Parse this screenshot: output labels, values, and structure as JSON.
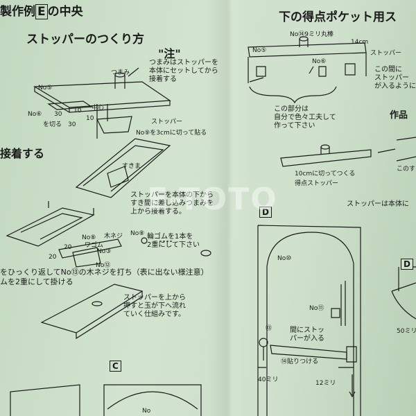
{
  "left": {
    "title_pre": "製作例",
    "title_box": "E",
    "title_post": "の中央",
    "subtitle": "ストッパーのつくり方",
    "note_heading": "\"注\"",
    "knob_note": [
      "つまみはストッパーを",
      "本体にセットしてから",
      "接着する"
    ],
    "knob_label": "つまみ",
    "part_no5": "No⑤",
    "part_no6": "No⑥",
    "cut_label": "を切る",
    "dim_30a": "30",
    "dim_10a": "10",
    "dim_10b": "10",
    "dim_30b": "30",
    "center_label": "中心",
    "stopper_label": "ストッパー",
    "cut_3cm": "No⑨を3cmに切って貼る",
    "glue_heading": "接着する",
    "gap_label": "すきま",
    "insert_note": [
      "ストッパーを本体の下から",
      "すき間に差し込みつまみを",
      "上から接着する。"
    ],
    "screw_label": "木ネジ",
    "rubber_label": "ワゴム",
    "no8a": "No⑧",
    "no8b": "No⑧",
    "rubber_note": [
      "輪ゴムを1本を",
      "2重にして下さい"
    ],
    "dim_20a": "20",
    "dim_20b": "20",
    "no3": "No③",
    "no12": "No⑫",
    "flip_note": [
      "をひっくり返してNo⑬の木ネジを打ち（表に出ない様注意）",
      "ムを2重にして掛ける"
    ],
    "mech_note": [
      "ストッパーを上から",
      "押すと玉が下へ流れ",
      "ていく仕組みです。"
    ],
    "section_c": "C",
    "no_c": "No"
  },
  "right": {
    "title": "下の得点ポケット用ス",
    "rod_label": "No⑭9ミリ丸棒",
    "dim_14cm": "14cm",
    "no5": "No⑤",
    "stopper_label": "ストッパー",
    "no6": "No⑥",
    "gap_note": [
      "この間に",
      "ストッパー",
      "が入るように"
    ],
    "free_note": [
      "この部分は",
      "自分で色々工夫して",
      "作って下さい"
    ],
    "product_heading": "作品",
    "cut_10cm": "10cmに切ってつくる",
    "score_stopper": "得点ストッパー",
    "gap_right": "このすき間",
    "body_note": "ストッパーは本体に",
    "section_d": "D",
    "no10": "No⑩",
    "no11": "No⑪",
    "no13": "⑬",
    "insert_note": [
      "間にストッ",
      "パーが入る"
    ],
    "attach_label": "⑭貼りつける",
    "dim_40mm": "40ミリ",
    "dim_12mm": "12ミリ",
    "section_d2": "D",
    "dim_50mm": "50ミリ"
  },
  "watermark": "E-TOTO"
}
